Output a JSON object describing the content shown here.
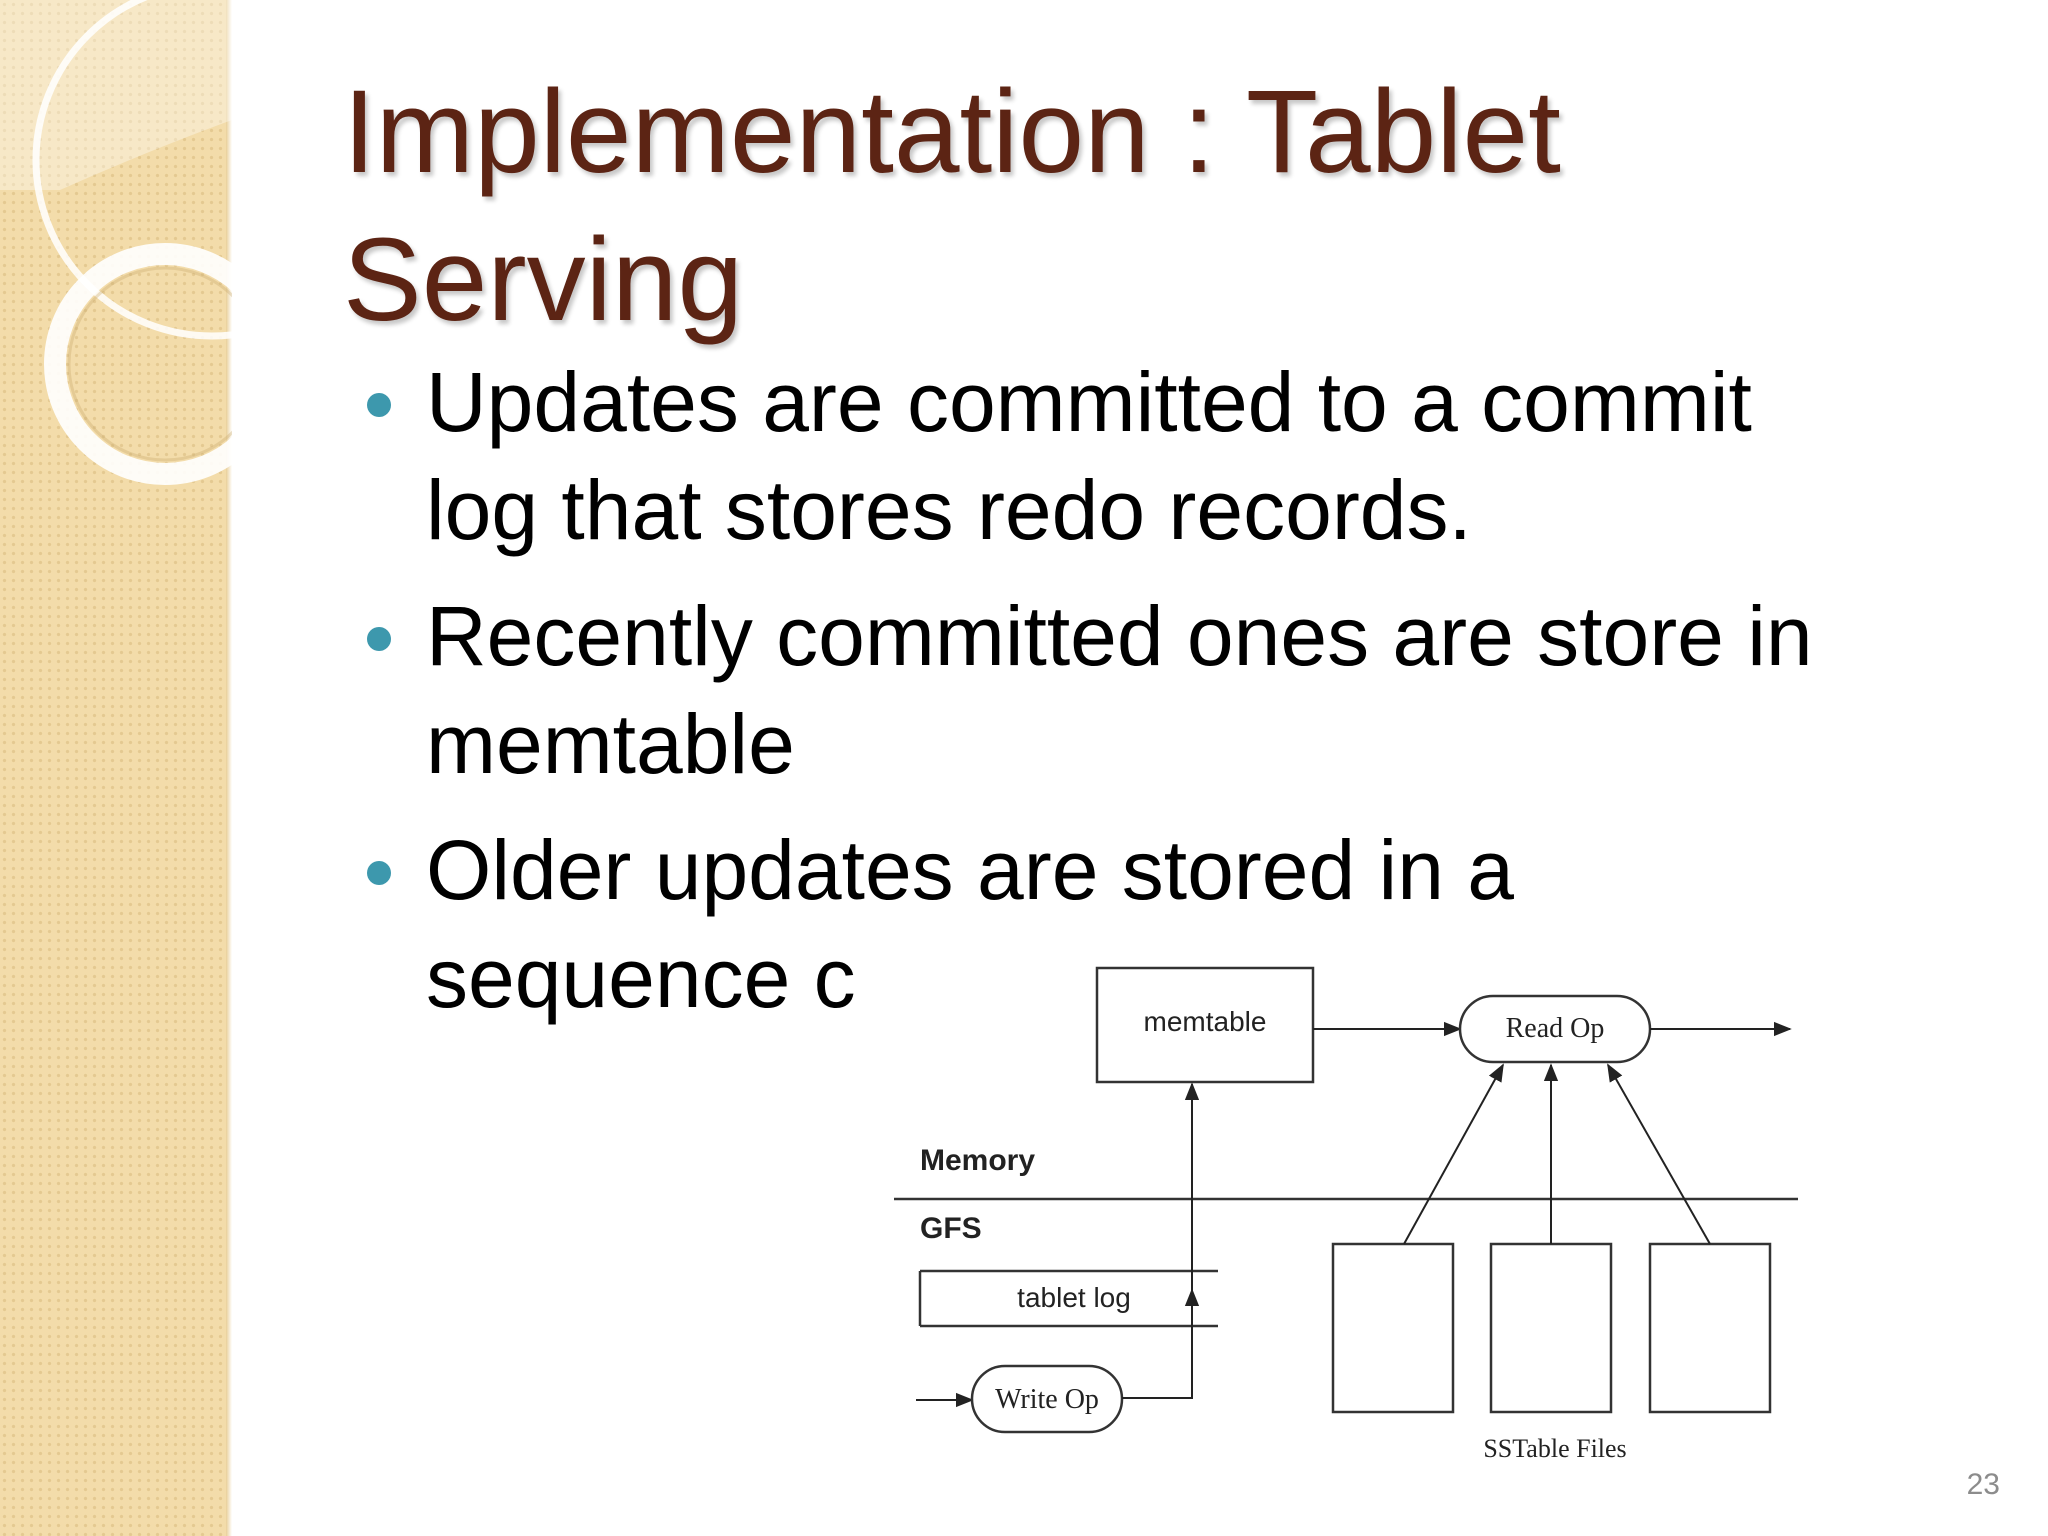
{
  "slide": {
    "title_line1": "Implementation :  Tablet",
    "title_line2": "Serving",
    "bullets": [
      {
        "line1": "Updates are committed to a commit",
        "line2": "log that stores redo records."
      },
      {
        "line1": "Recently committed ones are store in",
        "line2": "memtable"
      },
      {
        "line1": "Older updates are stored in a",
        "line2": "sequence c"
      }
    ],
    "page_number": "23"
  },
  "diagram": {
    "memtable": "memtable",
    "read_op": "Read Op",
    "memory": "Memory",
    "gfs": "GFS",
    "tablet_log": "tablet log",
    "write_op": "Write Op",
    "sstable_files": "SSTable Files"
  },
  "colors": {
    "title": "#5c2414",
    "bullet": "#3d98ad",
    "side_band": "#f3dcaa"
  }
}
